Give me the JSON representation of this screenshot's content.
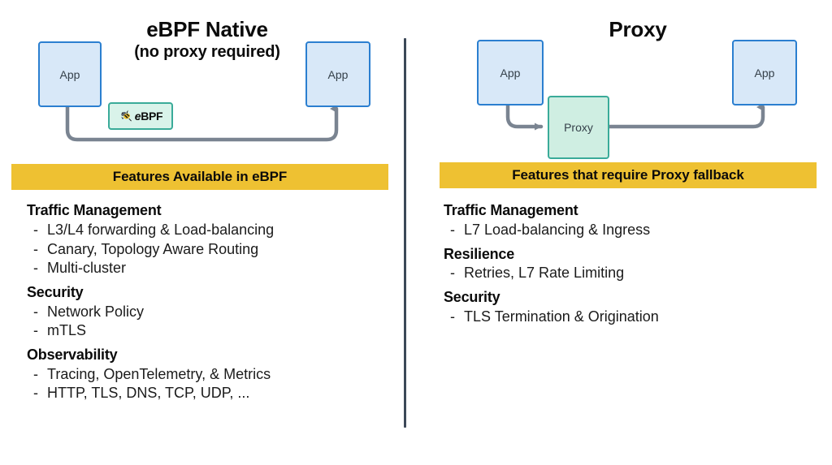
{
  "left": {
    "title_line1": "eBPF Native",
    "title_line2": "(no proxy required)",
    "diagram": {
      "app_left_label": "App",
      "app_right_label": "App",
      "badge_label": "eBPF",
      "badge_icon": "bee-icon"
    },
    "banner": "Features Available in eBPF",
    "groups": [
      {
        "heading": "Traffic Management",
        "items": [
          "L3/L4 forwarding & Load-balancing",
          "Canary, Topology Aware Routing",
          "Multi-cluster"
        ]
      },
      {
        "heading": "Security",
        "items": [
          "Network Policy",
          "mTLS"
        ]
      },
      {
        "heading": "Observability",
        "items": [
          "Tracing, OpenTelemetry, & Metrics",
          "HTTP, TLS, DNS, TCP, UDP, ..."
        ]
      }
    ]
  },
  "right": {
    "title": "Proxy",
    "diagram": {
      "app_left_label": "App",
      "app_right_label": "App",
      "proxy_label": "Proxy"
    },
    "banner": "Features that require Proxy fallback",
    "groups": [
      {
        "heading": "Traffic Management",
        "items": [
          "L7 Load-balancing & Ingress"
        ]
      },
      {
        "heading": "Resilience",
        "items": [
          "Retries, L7 Rate Limiting"
        ]
      },
      {
        "heading": "Security",
        "items": [
          "TLS Termination & Origination"
        ]
      }
    ]
  },
  "bullet_dash": "-",
  "colors": {
    "banner_yellow": "#eec132",
    "app_fill": "#d8e8f8",
    "app_border": "#2b7fd0",
    "proxy_fill": "#cfeee2",
    "proxy_border": "#3aab99",
    "badge_fill": "#d9f3ea",
    "connector_gray": "#7a8491",
    "divider_navy": "#3c4858"
  }
}
